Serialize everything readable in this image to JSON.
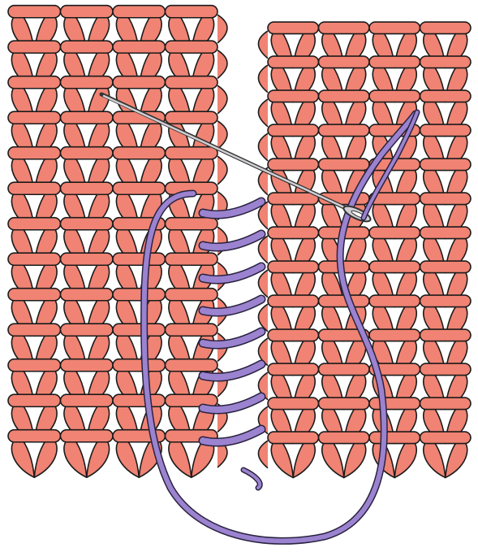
{
  "illustration": {
    "subject": "knitted-fabric-seam-with-tapestry-needle",
    "colors": {
      "knit": "#f08373",
      "knit_outline": "#1b1b1b",
      "yarn": "#9b83d0",
      "yarn_outline": "#2a2340",
      "needle": "#cfcfd4",
      "needle_outline": "#333333",
      "background": "#ffffff"
    },
    "icons": [
      "tapestry-needle-icon",
      "knit-stitch-icon",
      "seaming-yarn-icon"
    ],
    "panels": [
      {
        "name": "left-knit-panel",
        "columns": 4,
        "rows": 13
      },
      {
        "name": "right-knit-panel",
        "columns": 4,
        "rows": 13
      }
    ],
    "seam_bridges": 8
  }
}
